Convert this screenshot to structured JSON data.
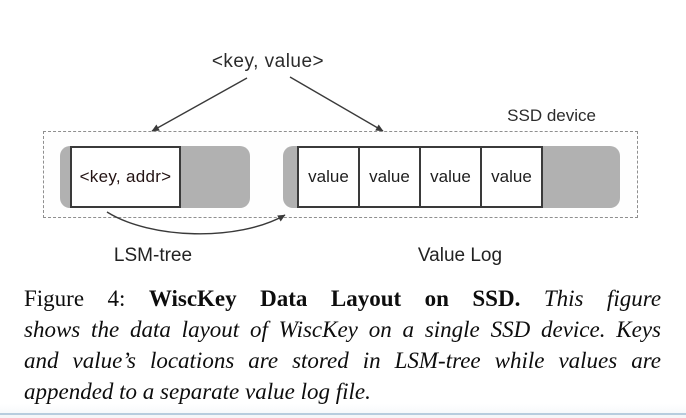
{
  "diagram": {
    "kv_label": "<key, value>",
    "ssd_label": "SSD device",
    "lsm": {
      "box_label": "<key, addr>",
      "caption": "LSM-tree"
    },
    "vlog": {
      "cells": [
        "value",
        "value",
        "value",
        "value"
      ],
      "caption": "Value Log"
    },
    "colors": {
      "structure_gray": "#b1b1b1",
      "box_border": "#3a3a3a",
      "dashed_border": "#8f8f8f",
      "arrow": "#3a3a3a"
    }
  },
  "caption": {
    "figure_label": "Figure 4:",
    "title": "WiscKey Data Layout on SSD.",
    "line1_rest": "This figure",
    "line2": "shows the data layout of WiscKey on a single SSD device. Keys",
    "line3": "and value’s locations are stored in LSM-tree while values are",
    "line4": "appended to a separate value log file."
  },
  "footer": {
    "divider_color": "#b7cdde"
  }
}
